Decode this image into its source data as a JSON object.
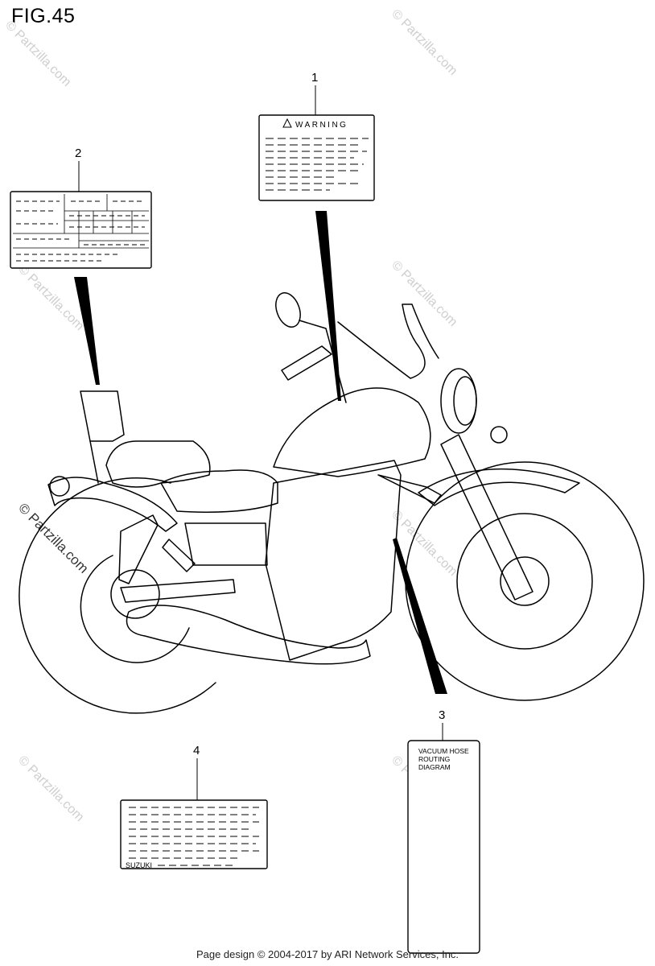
{
  "figure": {
    "title": "FIG.45"
  },
  "callouts": [
    {
      "number": "1"
    },
    {
      "number": "2"
    },
    {
      "number": "3"
    },
    {
      "number": "4"
    }
  ],
  "labels": {
    "warning_label": {
      "heading": "WARNING"
    },
    "vacuum_hose_label": {
      "lines": [
        "VACUUM HOSE",
        "ROUTING",
        "DIAGRAM"
      ]
    },
    "suzuki_label": {
      "brand": "SUZUKI"
    }
  },
  "watermark": {
    "text": "© Partzilla.com"
  },
  "footer": {
    "text": "Page design © 2004-2017 by ARI Network Services, Inc."
  }
}
